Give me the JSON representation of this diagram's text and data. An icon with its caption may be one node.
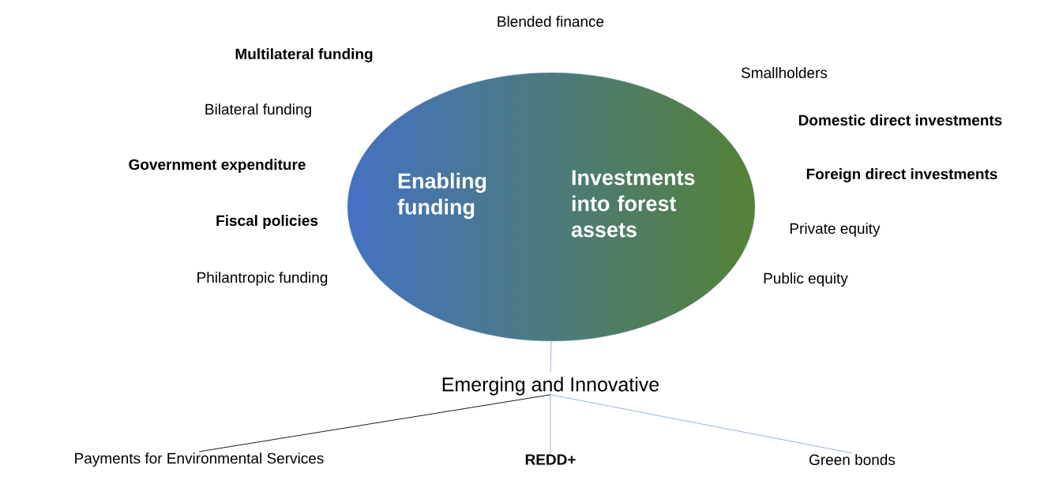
{
  "diagram": {
    "nodes": [
      {
        "text": [
          "Enabling funding",
          "Investments into forest assets"
        ]
      },
      {
        "text": [
          "Emerging and Innovative"
        ]
      },
      {
        "text": [
          "Payments for Environmental Services"
        ]
      },
      {
        "text": [
          "REDD+"
        ]
      },
      {
        "text": [
          "Green bonds"
        ]
      }
    ],
    "edges": [
      {
        "from": 0,
        "to": 1,
        "arrow": "none"
      },
      {
        "from": 1,
        "to": 2,
        "arrow": "none",
        "color": "#000000"
      },
      {
        "from": 1,
        "to": 3,
        "arrow": "none"
      },
      {
        "from": 1,
        "to": 4,
        "arrow": "none"
      }
    ],
    "labels": [
      "Blended finance",
      "Multilateral funding",
      "Smallholders",
      "Bilateral funding",
      "Domestic direct investments",
      "Government expenditure",
      "Foreign direct investments",
      "Fiscal policies",
      "Private equity",
      "Philantropic funding",
      "Public equity"
    ]
  }
}
